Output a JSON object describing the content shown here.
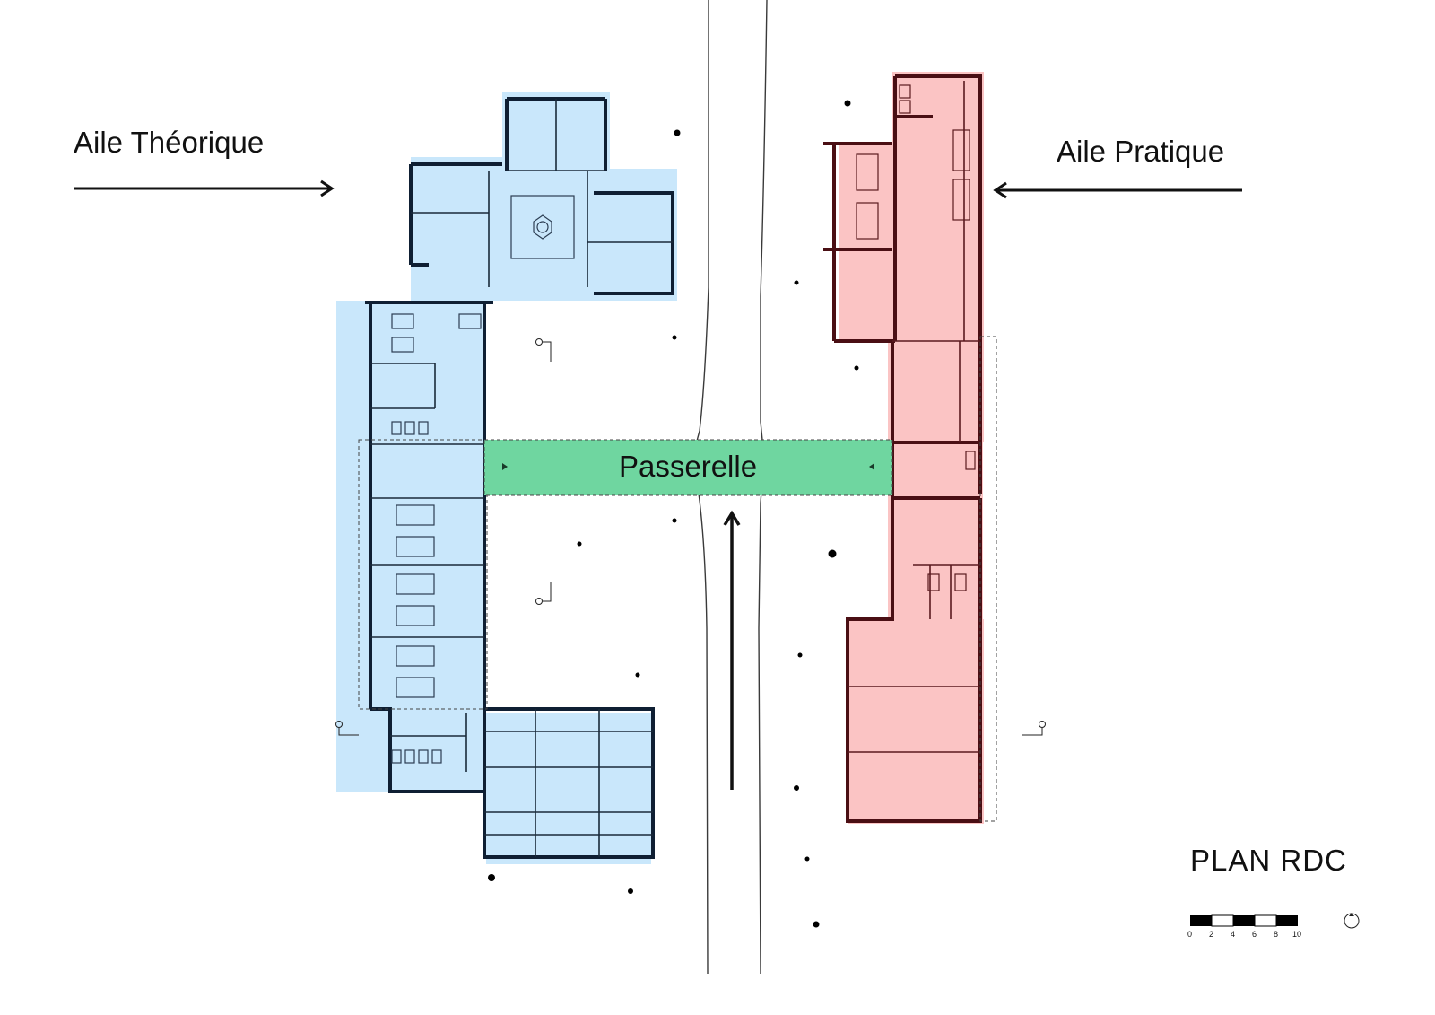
{
  "title": "PLAN RDC",
  "wings": {
    "theorique": {
      "label": "Aile Théorique",
      "color": "#c9e7fb"
    },
    "pratique": {
      "label": "Aile Pratique",
      "color": "#fbc4c4"
    },
    "passerelle": {
      "label": "Passerelle",
      "color": "#6fd6a0"
    }
  },
  "scale_bar": {
    "ticks": [
      "0",
      "2",
      "4",
      "6",
      "8",
      "10"
    ]
  },
  "icons": {
    "north": "north-arrow-icon",
    "arrows": [
      "arrow-right-icon",
      "arrow-left-icon",
      "arrow-up-icon"
    ]
  }
}
